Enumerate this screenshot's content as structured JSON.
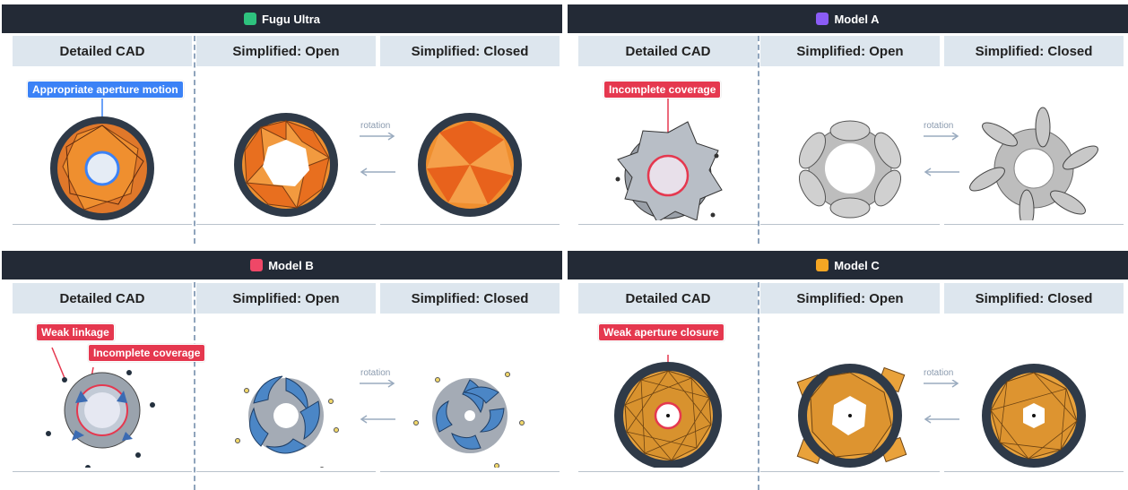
{
  "column_titles": [
    "Detailed CAD",
    "Simplified: Open",
    "Simplified: Closed"
  ],
  "rotation_label": "rotation",
  "models": [
    {
      "name": "Fugu Ultra",
      "color": "#2ec27e"
    },
    {
      "name": "Model A",
      "color": "#8b5cf6"
    },
    {
      "name": "Model B",
      "color": "#ef4767"
    },
    {
      "name": "Model C",
      "color": "#f5a623"
    }
  ],
  "annotations": {
    "fugu": "Appropriate aperture motion",
    "model_a": "Incomplete coverage",
    "model_b_1": "Weak linkage",
    "model_b_2": "Incomplete coverage",
    "model_c": "Weak aperture closure"
  },
  "annotation_colors": {
    "positive": "#3b82f6",
    "negative": "#e5384f"
  }
}
